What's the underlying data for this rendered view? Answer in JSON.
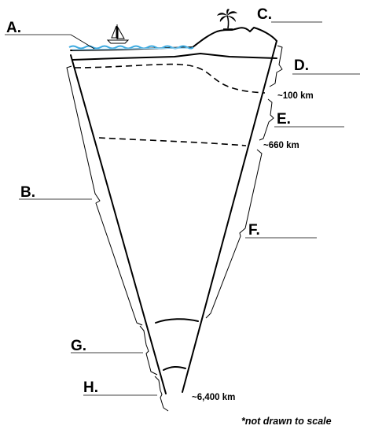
{
  "labels": {
    "a": "A.",
    "b": "B.",
    "c": "C.",
    "d": "D.",
    "e": "E.",
    "f": "F.",
    "g": "G.",
    "h": "H."
  },
  "depths": {
    "d100": "~100 km",
    "d660": "~660 km",
    "d6400": "~6,400 km"
  },
  "note": "*not drawn to scale",
  "colors": {
    "ocean": "#3aa9e0",
    "line": "#000000"
  },
  "icons": [
    "sailboat-icon",
    "palm-tree-icon"
  ]
}
